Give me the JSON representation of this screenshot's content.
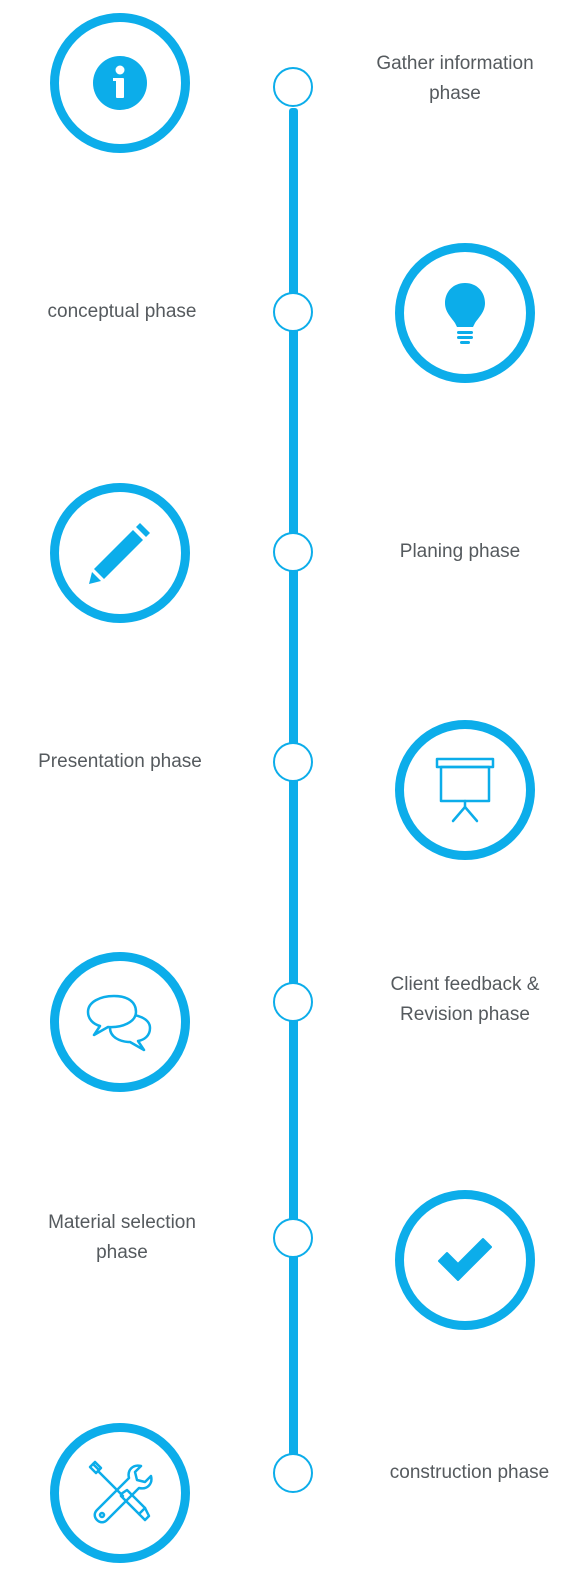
{
  "accent_color": "#0cadea",
  "phases": [
    {
      "label": "Gather information phase",
      "icon": "info-icon"
    },
    {
      "label": "conceptual phase",
      "icon": "lightbulb-icon"
    },
    {
      "label": "Planing phase",
      "icon": "pencil-icon"
    },
    {
      "label": "Presentation phase",
      "icon": "presentation-board-icon"
    },
    {
      "label": "Client feedback & Revision phase",
      "icon": "chat-bubbles-icon"
    },
    {
      "label": "Material selection phase",
      "icon": "checkmark-icon"
    },
    {
      "label": "construction phase",
      "icon": "tools-icon"
    }
  ]
}
